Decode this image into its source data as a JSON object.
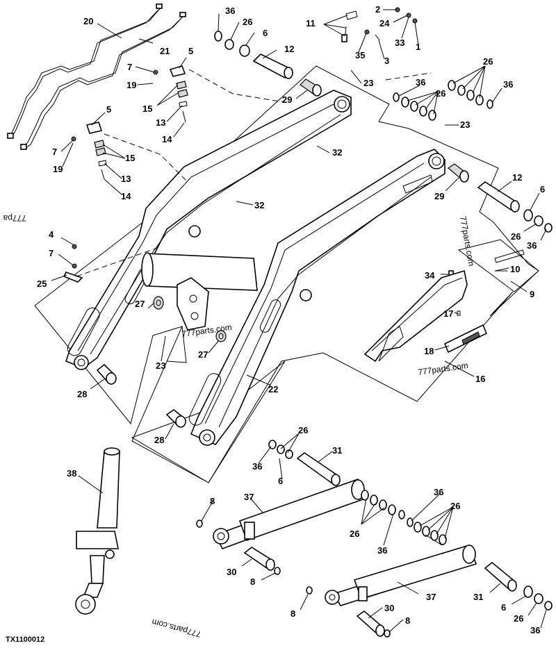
{
  "diagram": {
    "code": "TX1100012",
    "watermarks": [
      "777parts.com",
      "777parts.com",
      "777parts.com",
      "777parts.com",
      "777pa"
    ],
    "callouts": [
      {
        "id": "c-20",
        "text": "20"
      },
      {
        "id": "c-21",
        "text": "21"
      },
      {
        "id": "c-36a",
        "text": "36"
      },
      {
        "id": "c-26a",
        "text": "26"
      },
      {
        "id": "c-6a",
        "text": "6"
      },
      {
        "id": "c-12a",
        "text": "12"
      },
      {
        "id": "c-5a",
        "text": "5"
      },
      {
        "id": "c-7a",
        "text": "7"
      },
      {
        "id": "c-19a",
        "text": "19"
      },
      {
        "id": "c-15a",
        "text": "15"
      },
      {
        "id": "c-13a",
        "text": "13"
      },
      {
        "id": "c-14a",
        "text": "14"
      },
      {
        "id": "c-29a",
        "text": "29"
      },
      {
        "id": "c-5b",
        "text": "5"
      },
      {
        "id": "c-7b",
        "text": "7"
      },
      {
        "id": "c-19b",
        "text": "19"
      },
      {
        "id": "c-15b",
        "text": "15"
      },
      {
        "id": "c-13b",
        "text": "13"
      },
      {
        "id": "c-14b",
        "text": "14"
      },
      {
        "id": "c-11",
        "text": "11"
      },
      {
        "id": "c-35",
        "text": "35"
      },
      {
        "id": "c-3",
        "text": "3"
      },
      {
        "id": "c-2",
        "text": "2"
      },
      {
        "id": "c-24",
        "text": "24"
      },
      {
        "id": "c-33",
        "text": "33"
      },
      {
        "id": "c-1",
        "text": "1"
      },
      {
        "id": "c-23a",
        "text": "23"
      },
      {
        "id": "c-32a",
        "text": "32"
      },
      {
        "id": "c-32b",
        "text": "32"
      },
      {
        "id": "c-26b",
        "text": "26"
      },
      {
        "id": "c-36b",
        "text": "36"
      },
      {
        "id": "c-26c",
        "text": "26"
      },
      {
        "id": "c-36c",
        "text": "36"
      },
      {
        "id": "c-23b",
        "text": "23"
      },
      {
        "id": "c-12b",
        "text": "12"
      },
      {
        "id": "c-29b",
        "text": "29"
      },
      {
        "id": "c-6b",
        "text": "6"
      },
      {
        "id": "c-26d",
        "text": "26"
      },
      {
        "id": "c-36d",
        "text": "36"
      },
      {
        "id": "c-4",
        "text": "4"
      },
      {
        "id": "c-7c",
        "text": "7"
      },
      {
        "id": "c-25",
        "text": "25"
      },
      {
        "id": "c-10",
        "text": "10"
      },
      {
        "id": "c-34",
        "text": "34"
      },
      {
        "id": "c-9",
        "text": "9"
      },
      {
        "id": "c-27a",
        "text": "27"
      },
      {
        "id": "c-27b",
        "text": "27"
      },
      {
        "id": "c-17",
        "text": "17"
      },
      {
        "id": "c-18",
        "text": "18"
      },
      {
        "id": "c-16",
        "text": "16"
      },
      {
        "id": "c-23c",
        "text": "23"
      },
      {
        "id": "c-28a",
        "text": "28"
      },
      {
        "id": "c-22",
        "text": "22"
      },
      {
        "id": "c-28b",
        "text": "28"
      },
      {
        "id": "c-26e",
        "text": "26"
      },
      {
        "id": "c-31a",
        "text": "31"
      },
      {
        "id": "c-36e",
        "text": "36"
      },
      {
        "id": "c-6c",
        "text": "6"
      },
      {
        "id": "c-38",
        "text": "38"
      },
      {
        "id": "c-8a",
        "text": "8"
      },
      {
        "id": "c-37a",
        "text": "37"
      },
      {
        "id": "c-36f",
        "text": "36"
      },
      {
        "id": "c-26f",
        "text": "26"
      },
      {
        "id": "c-26g",
        "text": "26"
      },
      {
        "id": "c-36g",
        "text": "36"
      },
      {
        "id": "c-30a",
        "text": "30"
      },
      {
        "id": "c-8b",
        "text": "8"
      },
      {
        "id": "c-37b",
        "text": "37"
      },
      {
        "id": "c-31b",
        "text": "31"
      },
      {
        "id": "c-8c",
        "text": "8"
      },
      {
        "id": "c-30b",
        "text": "30"
      },
      {
        "id": "c-8d",
        "text": "8"
      },
      {
        "id": "c-6d",
        "text": "6"
      },
      {
        "id": "c-26h",
        "text": "26"
      },
      {
        "id": "c-36h",
        "text": "36"
      }
    ]
  }
}
